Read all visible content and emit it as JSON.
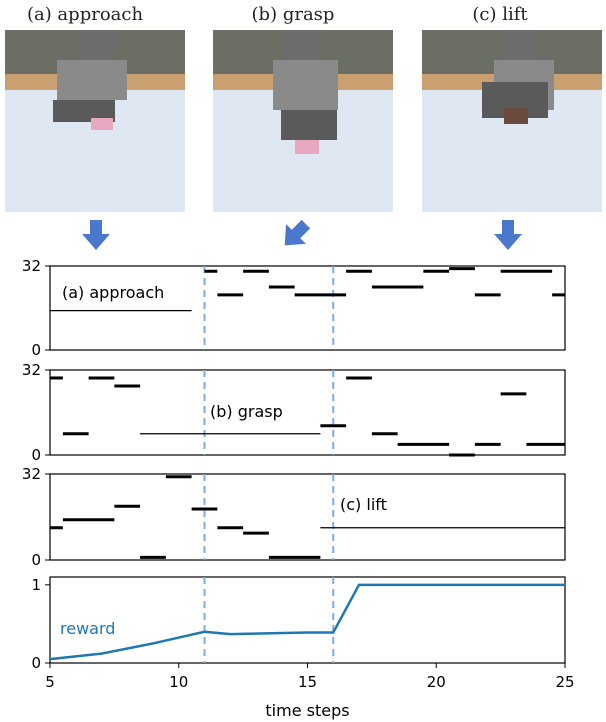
{
  "panels": [
    {
      "label": "(a) approach",
      "gripper_color": "#e8a8c0",
      "object_color": "#e8c0d0"
    },
    {
      "label": "(b) grasp",
      "gripper_color": "#e8a8c0",
      "object_color": "#e8c0d0"
    },
    {
      "label": "(c) lift",
      "gripper_color": "#6a4a3a",
      "object_color": "#7a4a30"
    }
  ],
  "arrow_color": "#4a78cc",
  "chart_data": [
    {
      "type": "line",
      "name": "approach",
      "label": "(a) approach",
      "ylim": [
        0,
        32
      ],
      "yticks": [
        "0",
        "32"
      ],
      "segments": [
        {
          "x": [
            5,
            10.5
          ],
          "y": 15
        },
        {
          "x": [
            11,
            11.5
          ],
          "y": 30
        },
        {
          "x": [
            11.5,
            12.5
          ],
          "y": 21
        },
        {
          "x": [
            12.5,
            13.5
          ],
          "y": 30
        },
        {
          "x": [
            13.5,
            14.5
          ],
          "y": 24
        },
        {
          "x": [
            14.5,
            16.5
          ],
          "y": 21
        },
        {
          "x": [
            16.5,
            17.5
          ],
          "y": 30
        },
        {
          "x": [
            17.5,
            19.5
          ],
          "y": 24
        },
        {
          "x": [
            19.5,
            20.5
          ],
          "y": 30
        },
        {
          "x": [
            20.5,
            21.5
          ],
          "y": 31
        },
        {
          "x": [
            21.5,
            22.5
          ],
          "y": 21
        },
        {
          "x": [
            22.5,
            24.5
          ],
          "y": 30
        },
        {
          "x": [
            24.5,
            25
          ],
          "y": 21
        }
      ]
    },
    {
      "type": "line",
      "name": "grasp",
      "label": "(b) grasp",
      "ylim": [
        0,
        32
      ],
      "yticks": [
        "0",
        "32"
      ],
      "segments": [
        {
          "x": [
            5,
            5.5
          ],
          "y": 29
        },
        {
          "x": [
            5.5,
            6.5
          ],
          "y": 8
        },
        {
          "x": [
            6.5,
            7.5
          ],
          "y": 29
        },
        {
          "x": [
            7.5,
            8.5
          ],
          "y": 26
        },
        {
          "x": [
            8.5,
            15.5
          ],
          "y": 8
        },
        {
          "x": [
            15.5,
            16.5
          ],
          "y": 11
        },
        {
          "x": [
            16.5,
            17.5
          ],
          "y": 29
        },
        {
          "x": [
            17.5,
            18.5
          ],
          "y": 8
        },
        {
          "x": [
            18.5,
            20.5
          ],
          "y": 4
        },
        {
          "x": [
            20.5,
            21.5
          ],
          "y": 0
        },
        {
          "x": [
            21.5,
            22.5
          ],
          "y": 4
        },
        {
          "x": [
            22.5,
            23.5
          ],
          "y": 23
        },
        {
          "x": [
            23.5,
            25
          ],
          "y": 4
        }
      ]
    },
    {
      "type": "line",
      "name": "lift",
      "label": "(c) lift",
      "ylim": [
        0,
        32
      ],
      "yticks": [
        "0",
        "32"
      ],
      "segments": [
        {
          "x": [
            5,
            5.5
          ],
          "y": 12
        },
        {
          "x": [
            5.5,
            7.5
          ],
          "y": 15
        },
        {
          "x": [
            7.5,
            8.5
          ],
          "y": 20
        },
        {
          "x": [
            8.5,
            9.5
          ],
          "y": 1
        },
        {
          "x": [
            9.5,
            10.5
          ],
          "y": 31
        },
        {
          "x": [
            10.5,
            11.5
          ],
          "y": 19
        },
        {
          "x": [
            11.5,
            12.5
          ],
          "y": 12
        },
        {
          "x": [
            12.5,
            13.5
          ],
          "y": 10
        },
        {
          "x": [
            13.5,
            15.5
          ],
          "y": 1
        },
        {
          "x": [
            15.5,
            25
          ],
          "y": 12
        }
      ]
    },
    {
      "type": "line",
      "name": "reward",
      "label": "reward",
      "color": "#1f77b4",
      "ylim": [
        0,
        1.1
      ],
      "yticks": [
        "0",
        "1"
      ],
      "xlabel": "time steps",
      "xlim": [
        5,
        25
      ],
      "xticks": [
        "5",
        "10",
        "15",
        "20",
        "25"
      ],
      "x": [
        5,
        7,
        9,
        11,
        12,
        15,
        16,
        17,
        25
      ],
      "y": [
        0.05,
        0.12,
        0.25,
        0.4,
        0.37,
        0.39,
        0.39,
        1.0,
        1.0
      ]
    }
  ],
  "boundaries": [
    11,
    16
  ],
  "boundary_color": "#7aaee0"
}
